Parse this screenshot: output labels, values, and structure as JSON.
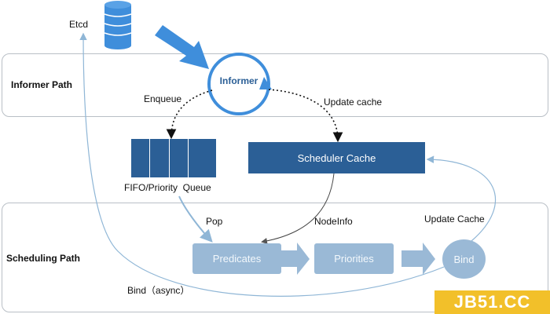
{
  "nodes": {
    "etcd": "Etcd",
    "informer": "Informer",
    "queue_label": "FIFO/Priority  Queue",
    "scheduler_cache": "Scheduler Cache",
    "predicates": "Predicates",
    "priorities": "Priorities",
    "bind": "Bind"
  },
  "lanes": {
    "informer_path": "Informer Path",
    "scheduling_path": "Scheduling Path"
  },
  "edges": {
    "enqueue": "Enqueue",
    "update_cache_top": "Update cache",
    "pop": "Pop",
    "nodeinfo": "NodeInfo",
    "update_cache_bottom": "Update Cache",
    "bind_async": "Bind（async）"
  },
  "watermark": "JB51.CC",
  "colors": {
    "dark_blue": "#2b5f96",
    "light_blue": "#9ab9d6",
    "arrow_blue": "#3f8edb",
    "line_blue": "#8fb6d6",
    "watermark_yellow": "#f2c02a"
  }
}
